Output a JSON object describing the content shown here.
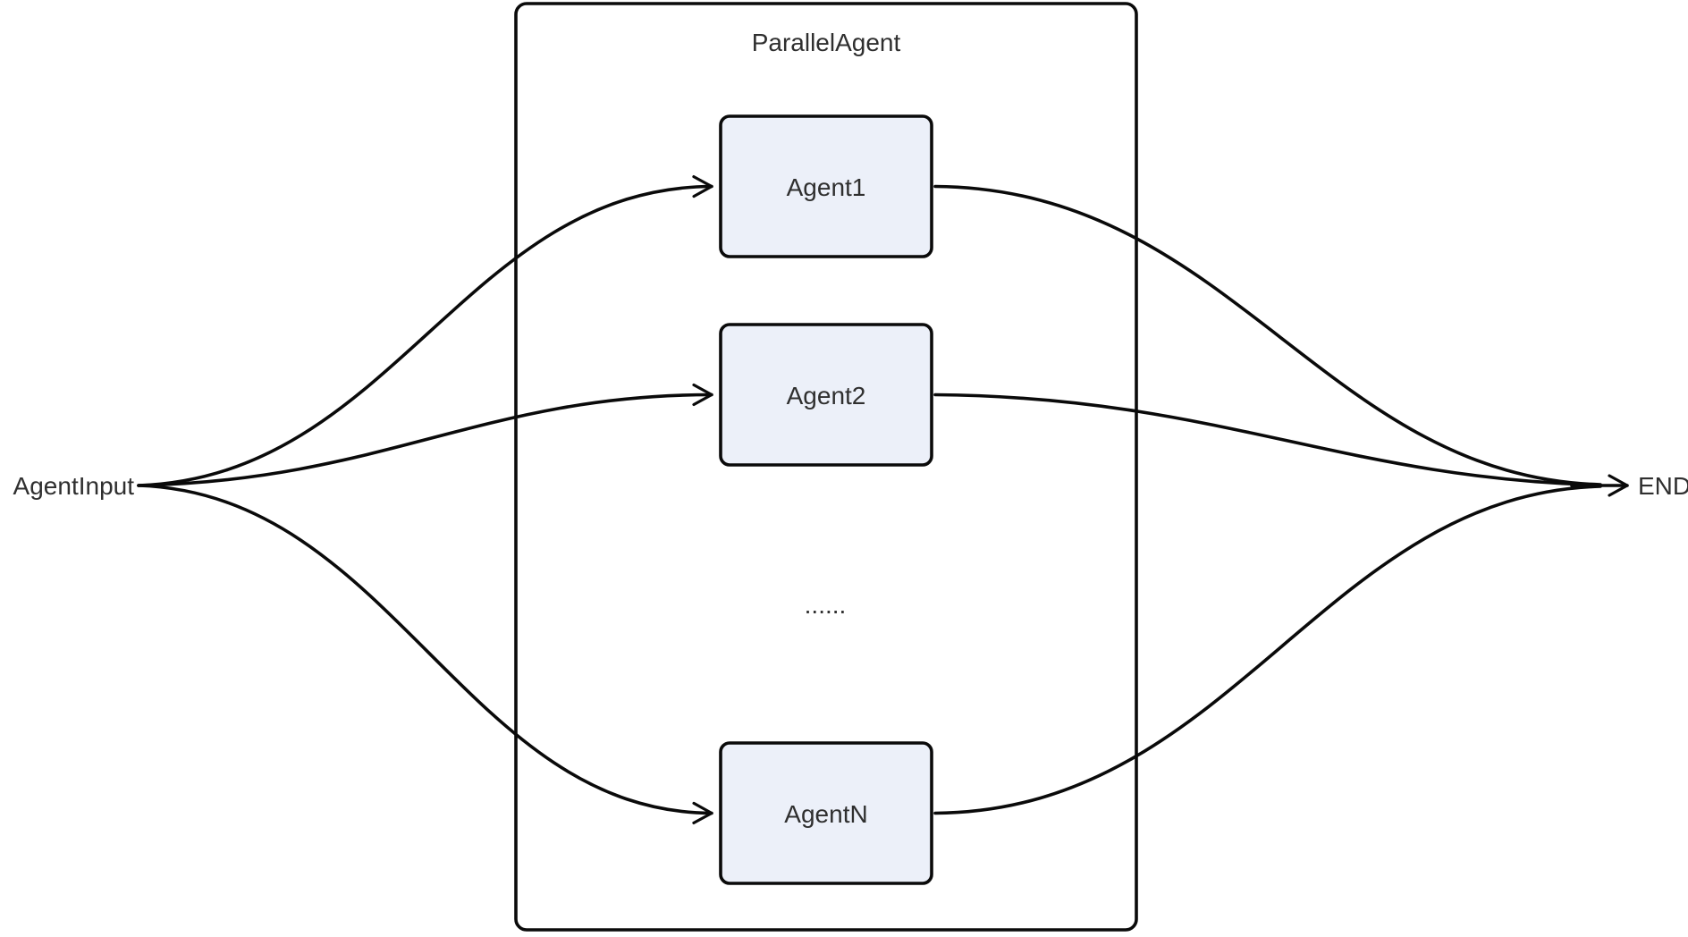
{
  "diagram": {
    "type": "flowchart",
    "title": "ParallelAgent",
    "input_label": "AgentInput",
    "end_label": "END",
    "ellipsis": "......",
    "agents": [
      {
        "label": "Agent1"
      },
      {
        "label": "Agent2"
      },
      {
        "label": "AgentN"
      }
    ],
    "icons": {
      "arrowhead": "chevron-right-arrowhead"
    },
    "colors": {
      "background": "#FFFFFF",
      "node_fill": "#ECF0F9",
      "node_border": "#0A0A0A",
      "edge": "#0A0A0A",
      "text": "#2F2F2F"
    }
  }
}
